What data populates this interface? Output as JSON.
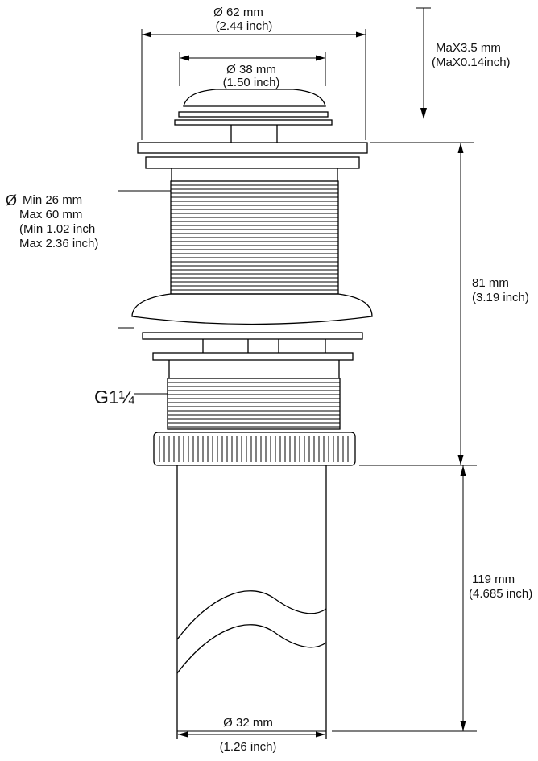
{
  "colors": {
    "background": "#ffffff",
    "line": "#000000",
    "text": "#111111"
  },
  "annotations": {
    "top_diameter": {
      "value": "Ø 62 mm",
      "inch": "(2.44 inch)"
    },
    "cap_diameter": {
      "value": "Ø 38 mm",
      "inch": "(1.50 inch)"
    },
    "max_thickness": {
      "value": "MaX3.5 mm",
      "inch": "(MaX0.14inch)"
    },
    "mount_range": {
      "symbol": "Ø",
      "line1": "Min 26 mm",
      "line2": "Max 60 mm",
      "line3": "(Min 1.02 inch",
      "line4": "Max 2.36 inch)"
    },
    "body_height": {
      "value": "81 mm",
      "inch": "(3.19 inch)"
    },
    "thread_size": {
      "value": "G1¼"
    },
    "tailpipe_length": {
      "value": "119 mm",
      "inch": "(4.685 inch)"
    },
    "outlet_diameter": {
      "value": "Ø 32 mm",
      "inch": "(1.26 inch)"
    }
  }
}
